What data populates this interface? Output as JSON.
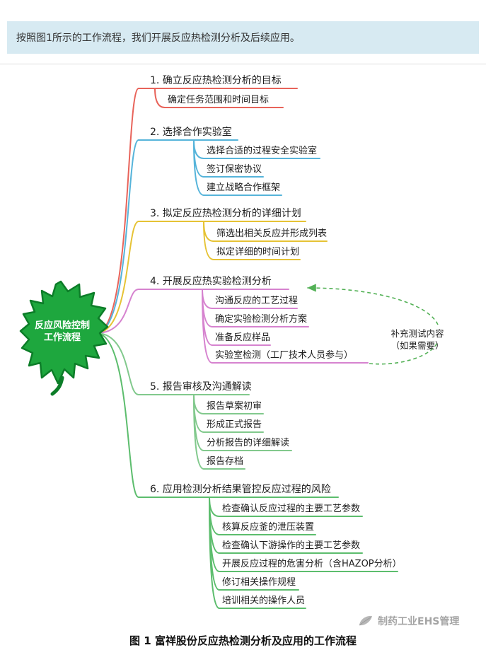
{
  "banner": {
    "text": "按照图1所示的工作流程，我们开展反应热检测分析及后续应用。"
  },
  "root": {
    "line1": "反应风险控制",
    "line2": "工作流程"
  },
  "branches": [
    {
      "label": "1. 确立反应热检测分析的目标",
      "children": [
        "确定任务范围和时间目标"
      ]
    },
    {
      "label": "2. 选择合作实验室",
      "children": [
        "选择合适的过程安全实验室",
        "签订保密协议",
        "建立战略合作框架"
      ]
    },
    {
      "label": "3. 拟定反应热检测分析的详细计划",
      "children": [
        "筛选出相关反应并形成列表",
        "拟定详细的时间计划"
      ]
    },
    {
      "label": "4. 开展反应热实验检测分析",
      "children": [
        "沟通反应的工艺过程",
        "确定实验检测分析方案",
        "准备反应样品",
        "实验室检测（工厂技术人员参与）"
      ]
    },
    {
      "label": "5. 报告审核及沟通解读",
      "children": [
        "报告草案初审",
        "形成正式报告",
        "分析报告的详细解读",
        "报告存档"
      ]
    },
    {
      "label": "6. 应用检测分析结果管控反应过程的风险",
      "children": [
        "检查确认反应过程的主要工艺参数",
        "核算反应釜的泄压装置",
        "检查确认下游操作的主要工艺参数",
        "开展反应过程的危害分析（含HAZOP分析）",
        "修订相关操作规程",
        "培训相关的操作人员"
      ]
    }
  ],
  "annotation": {
    "line1": "补充测试内容",
    "line2": "（如果需要）"
  },
  "watermark": {
    "text": "制药工业EHS管理",
    "icon": "leaf-stamp-icon"
  },
  "caption": {
    "text": "图 1  富祥股份反应热检测分析及应用的工作流程"
  },
  "colors": {
    "branch1": "#e8635a",
    "branch2": "#56b4da",
    "branch3": "#e6c335",
    "branch4": "#d683cf",
    "branch5": "#82c98d",
    "branch6": "#5cbd6d",
    "annotation": "#53b156",
    "leafFill": "#1ea73e",
    "leafStroke": "#0c7d28",
    "bannerBg": "#d7eaf2",
    "bannerText": "#333333",
    "watermarkGray": "#9b9b9b"
  }
}
